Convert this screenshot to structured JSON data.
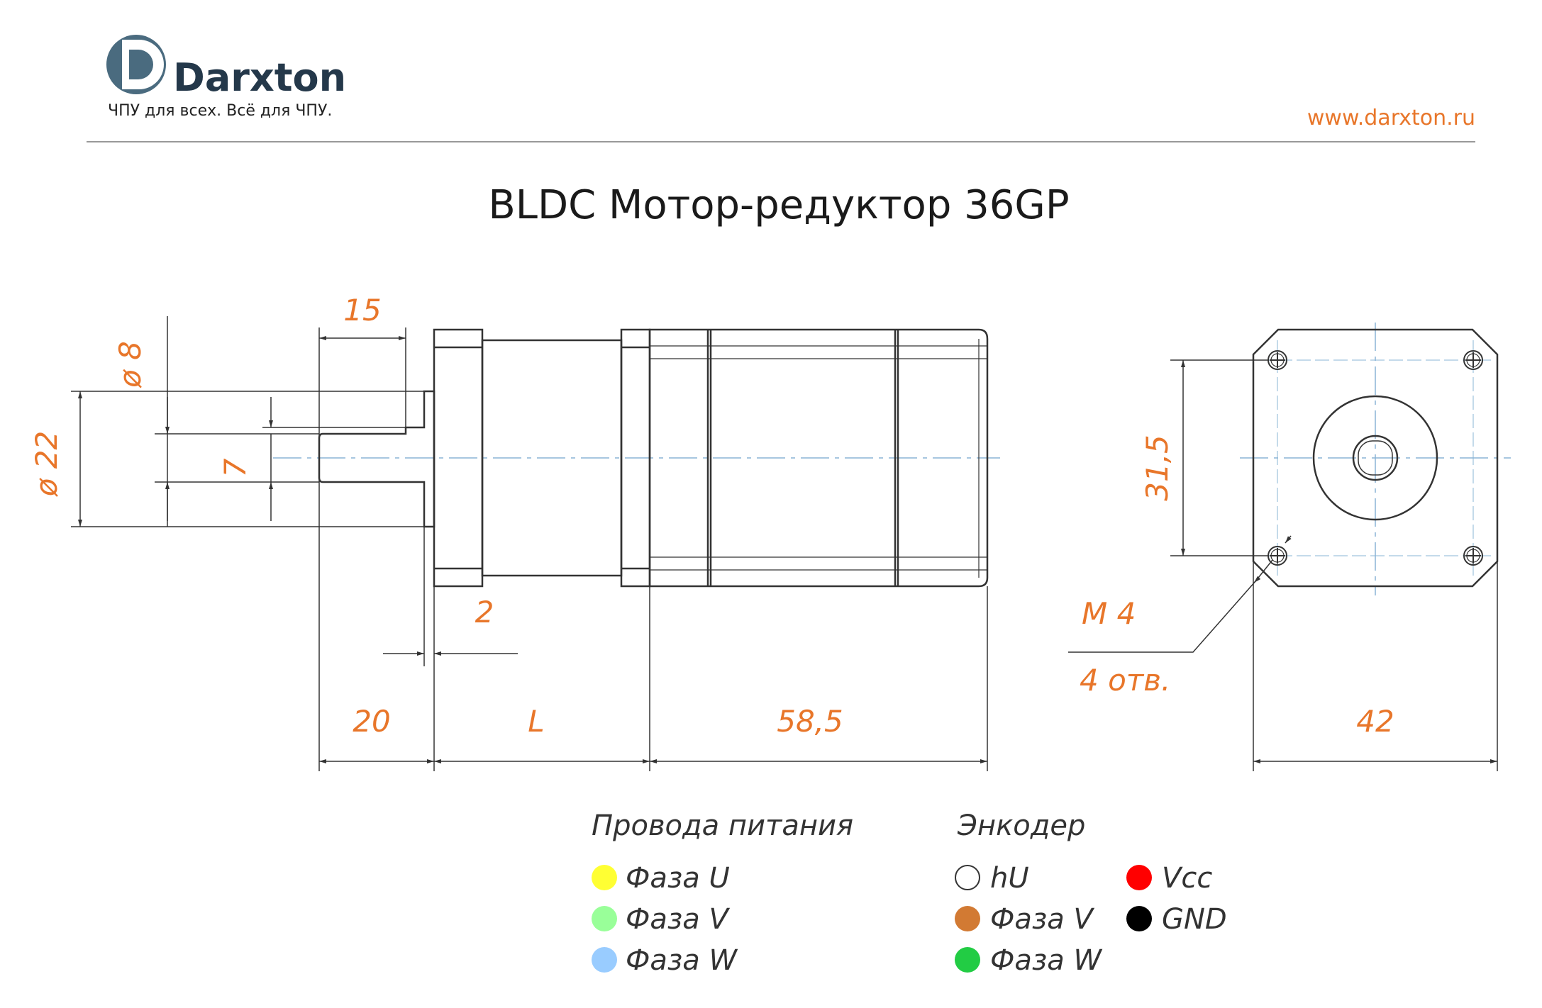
{
  "header": {
    "logo_name": "Darxton",
    "slogan": "ЧПУ для всех. Всё для ЧПУ.",
    "website": "www.darxton.ru"
  },
  "title": "BLDC Мотор-редуктор 36GP",
  "dimensions": {
    "shaft_length": "15",
    "shaft_diameter": "ø 8",
    "boss_diameter": "ø 22",
    "flat": "7",
    "flange_thickness": "2",
    "shaft_total": "20",
    "gearbox_length": "L",
    "motor_length": "58,5",
    "hole_spacing": "31,5",
    "thread": "M 4",
    "holes": "4 отв.",
    "body_width": "42"
  },
  "legend": {
    "power": {
      "title": "Провода питания",
      "items": [
        {
          "label": "Фаза U",
          "color": "#ffff33"
        },
        {
          "label": "Фаза V",
          "color": "#99ff99"
        },
        {
          "label": "Фаза W",
          "color": "#99ccff"
        }
      ]
    },
    "encoder": {
      "title": "Энкодер",
      "items": [
        {
          "label": "hU",
          "color": "#ffffff"
        },
        {
          "label": "Фаза V",
          "color": "#d27a33"
        },
        {
          "label": "Фаза W",
          "color": "#22cc44"
        },
        {
          "label": "Vcc",
          "color": "#ff0000"
        },
        {
          "label": "GND",
          "color": "#000000"
        }
      ]
    }
  },
  "colors": {
    "accent": "#e8762a",
    "logo": "#4a6b7f",
    "line": "#333333",
    "centerline": "#8ab4d6"
  }
}
